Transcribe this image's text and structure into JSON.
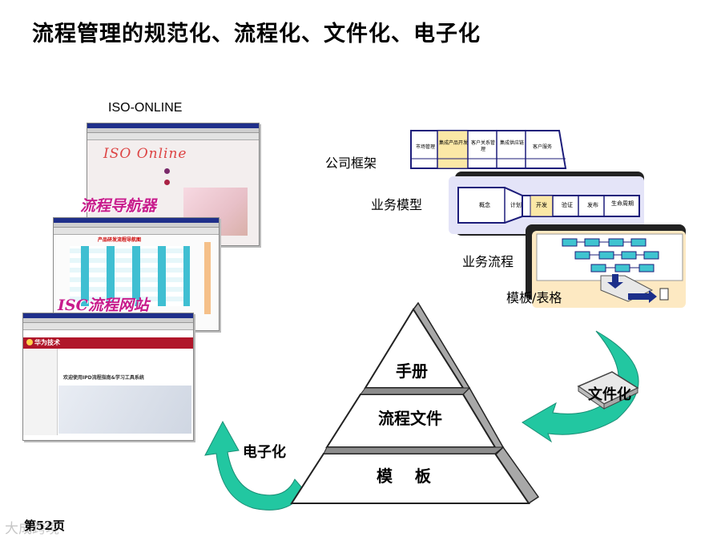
{
  "title": "流程管理的规范化、流程化、文件化、电子化",
  "iso_label": "ISO-ONLINE",
  "screenshots": {
    "nav_caption": "流程导航器",
    "isc_caption": "ISC流程网站",
    "iso_logo": "ISO Online",
    "isc_banner": "产品研发流程导航图",
    "huawei_brand": "华为技术",
    "ipd_banner": "欢迎使用IPD流程指南&学习工具系统"
  },
  "framework": {
    "company_label": "公司框架",
    "business_model_label": "业务模型",
    "business_flow_label": "业务流程",
    "template_label": "模板/表格",
    "company_cells": [
      "市场管理",
      "集成产品开发",
      "客户关系管理",
      "集成供应链",
      "客户服务"
    ],
    "model_cells": [
      "概念",
      "计划",
      "开发",
      "验证",
      "发布",
      "生命周期"
    ],
    "accent_colors": {
      "highlight": "#fbe8a6",
      "panel": "#e4e4f8",
      "flow_panel": "#fde9c2",
      "box": "#3fc4d0"
    }
  },
  "pyramid": {
    "levels": [
      "手册",
      "流程文件",
      "模    板"
    ]
  },
  "arrows": {
    "right_label": "文件化",
    "left_label": "电子化",
    "color": "#22c7a1"
  },
  "footer": {
    "page": "第52页",
    "watermark": "大成跨境"
  }
}
